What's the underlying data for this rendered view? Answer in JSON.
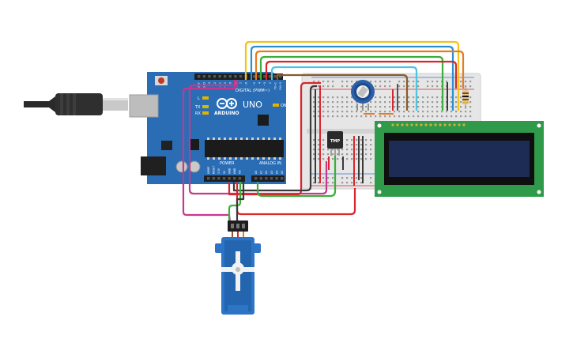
{
  "board": {
    "brand": "ARDUINO",
    "model": "UNO",
    "digital_header_label": "DIGITAL (PWM~)",
    "power_label": "POWER",
    "analog_label": "ANALOG IN",
    "led_labels": [
      "L",
      "TX",
      "RX"
    ],
    "on_label": "ON",
    "digital_pins": [
      "AREF",
      "GND",
      "13",
      "12",
      "~11",
      "~10",
      "~9",
      "8",
      "7",
      "~6",
      "~5",
      "4",
      "~3",
      "2",
      "TX→1",
      "RX←0"
    ],
    "power_pins": [
      "IOREF",
      "RESET",
      "3.3V",
      "5V",
      "GND",
      "GND",
      "Vin"
    ],
    "analog_pins": [
      "A0",
      "A1",
      "A2",
      "A3",
      "A4",
      "A5"
    ]
  },
  "sensor": {
    "label": "TMP"
  },
  "lcd": {
    "pin_count": 16
  },
  "colors": {
    "board": "#2a6db5",
    "board_dark": "#1f5a99",
    "breadboard": "#e6e6e6",
    "lcd_pcb": "#2e9a4a",
    "lcd_screen": "#1c2c55",
    "wire_yellow": "#f3c318",
    "wire_blue": "#2b8fd1",
    "wire_orange": "#e97a1f",
    "wire_green": "#3cae3c",
    "wire_red": "#d8262c",
    "wire_cyan": "#4fc3de",
    "wire_brown": "#8a5a2b",
    "wire_magenta": "#c6388d",
    "servo_body": "#2b74c6",
    "usb_cable": "#2a2a2a"
  }
}
